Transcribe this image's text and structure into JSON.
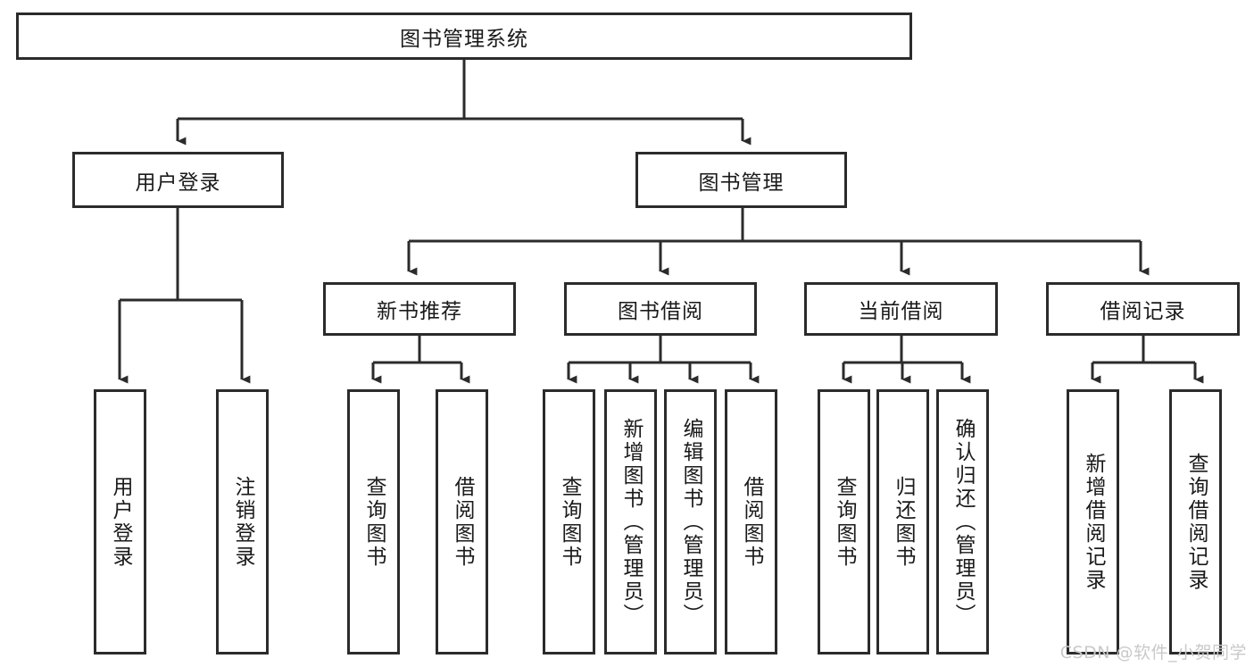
{
  "diagram": {
    "title": "图书管理系统",
    "type": "hierarchy-tree",
    "root": {
      "id": "root",
      "label": "图书管理系统"
    },
    "level2": [
      {
        "id": "user-login",
        "label": "用户登录"
      },
      {
        "id": "book-management",
        "label": "图书管理"
      }
    ],
    "level3": [
      {
        "id": "new-book-recommend",
        "label": "新书推荐"
      },
      {
        "id": "book-borrow",
        "label": "图书借阅"
      },
      {
        "id": "current-borrow",
        "label": "当前借阅"
      },
      {
        "id": "borrow-record",
        "label": "借阅记录"
      }
    ],
    "leaves": {
      "user_login": [
        {
          "id": "leaf-user-login",
          "label": "用户登录"
        },
        {
          "id": "leaf-logout-login",
          "label": "注销登录"
        }
      ],
      "new_book_recommend": [
        {
          "id": "leaf-query-book-1",
          "label": "查询图书"
        },
        {
          "id": "leaf-borrow-book-1",
          "label": "借阅图书"
        }
      ],
      "book_borrow": [
        {
          "id": "leaf-query-book-2",
          "label": "查询图书"
        },
        {
          "id": "leaf-add-book",
          "label": "新增图书（管理员）"
        },
        {
          "id": "leaf-edit-book",
          "label": "编辑图书（管理员）"
        },
        {
          "id": "leaf-borrow-book-2",
          "label": "借阅图书"
        }
      ],
      "current_borrow": [
        {
          "id": "leaf-query-book-3",
          "label": "查询图书"
        },
        {
          "id": "leaf-return-book",
          "label": "归还图书"
        },
        {
          "id": "leaf-confirm-return",
          "label": "确认归还（管理员）"
        }
      ],
      "borrow_record": [
        {
          "id": "leaf-add-record",
          "label": "新增借阅记录"
        },
        {
          "id": "leaf-query-record",
          "label": "查询借阅记录"
        }
      ]
    }
  },
  "watermark": {
    "text": "CSDN @软件_小贺同学"
  },
  "colors": {
    "box_border": "#2b2b2b",
    "box_fill": "#ffffff",
    "connector": "#2b2b2b",
    "text": "#1a1a1a",
    "watermark": "#c9c9c9"
  }
}
